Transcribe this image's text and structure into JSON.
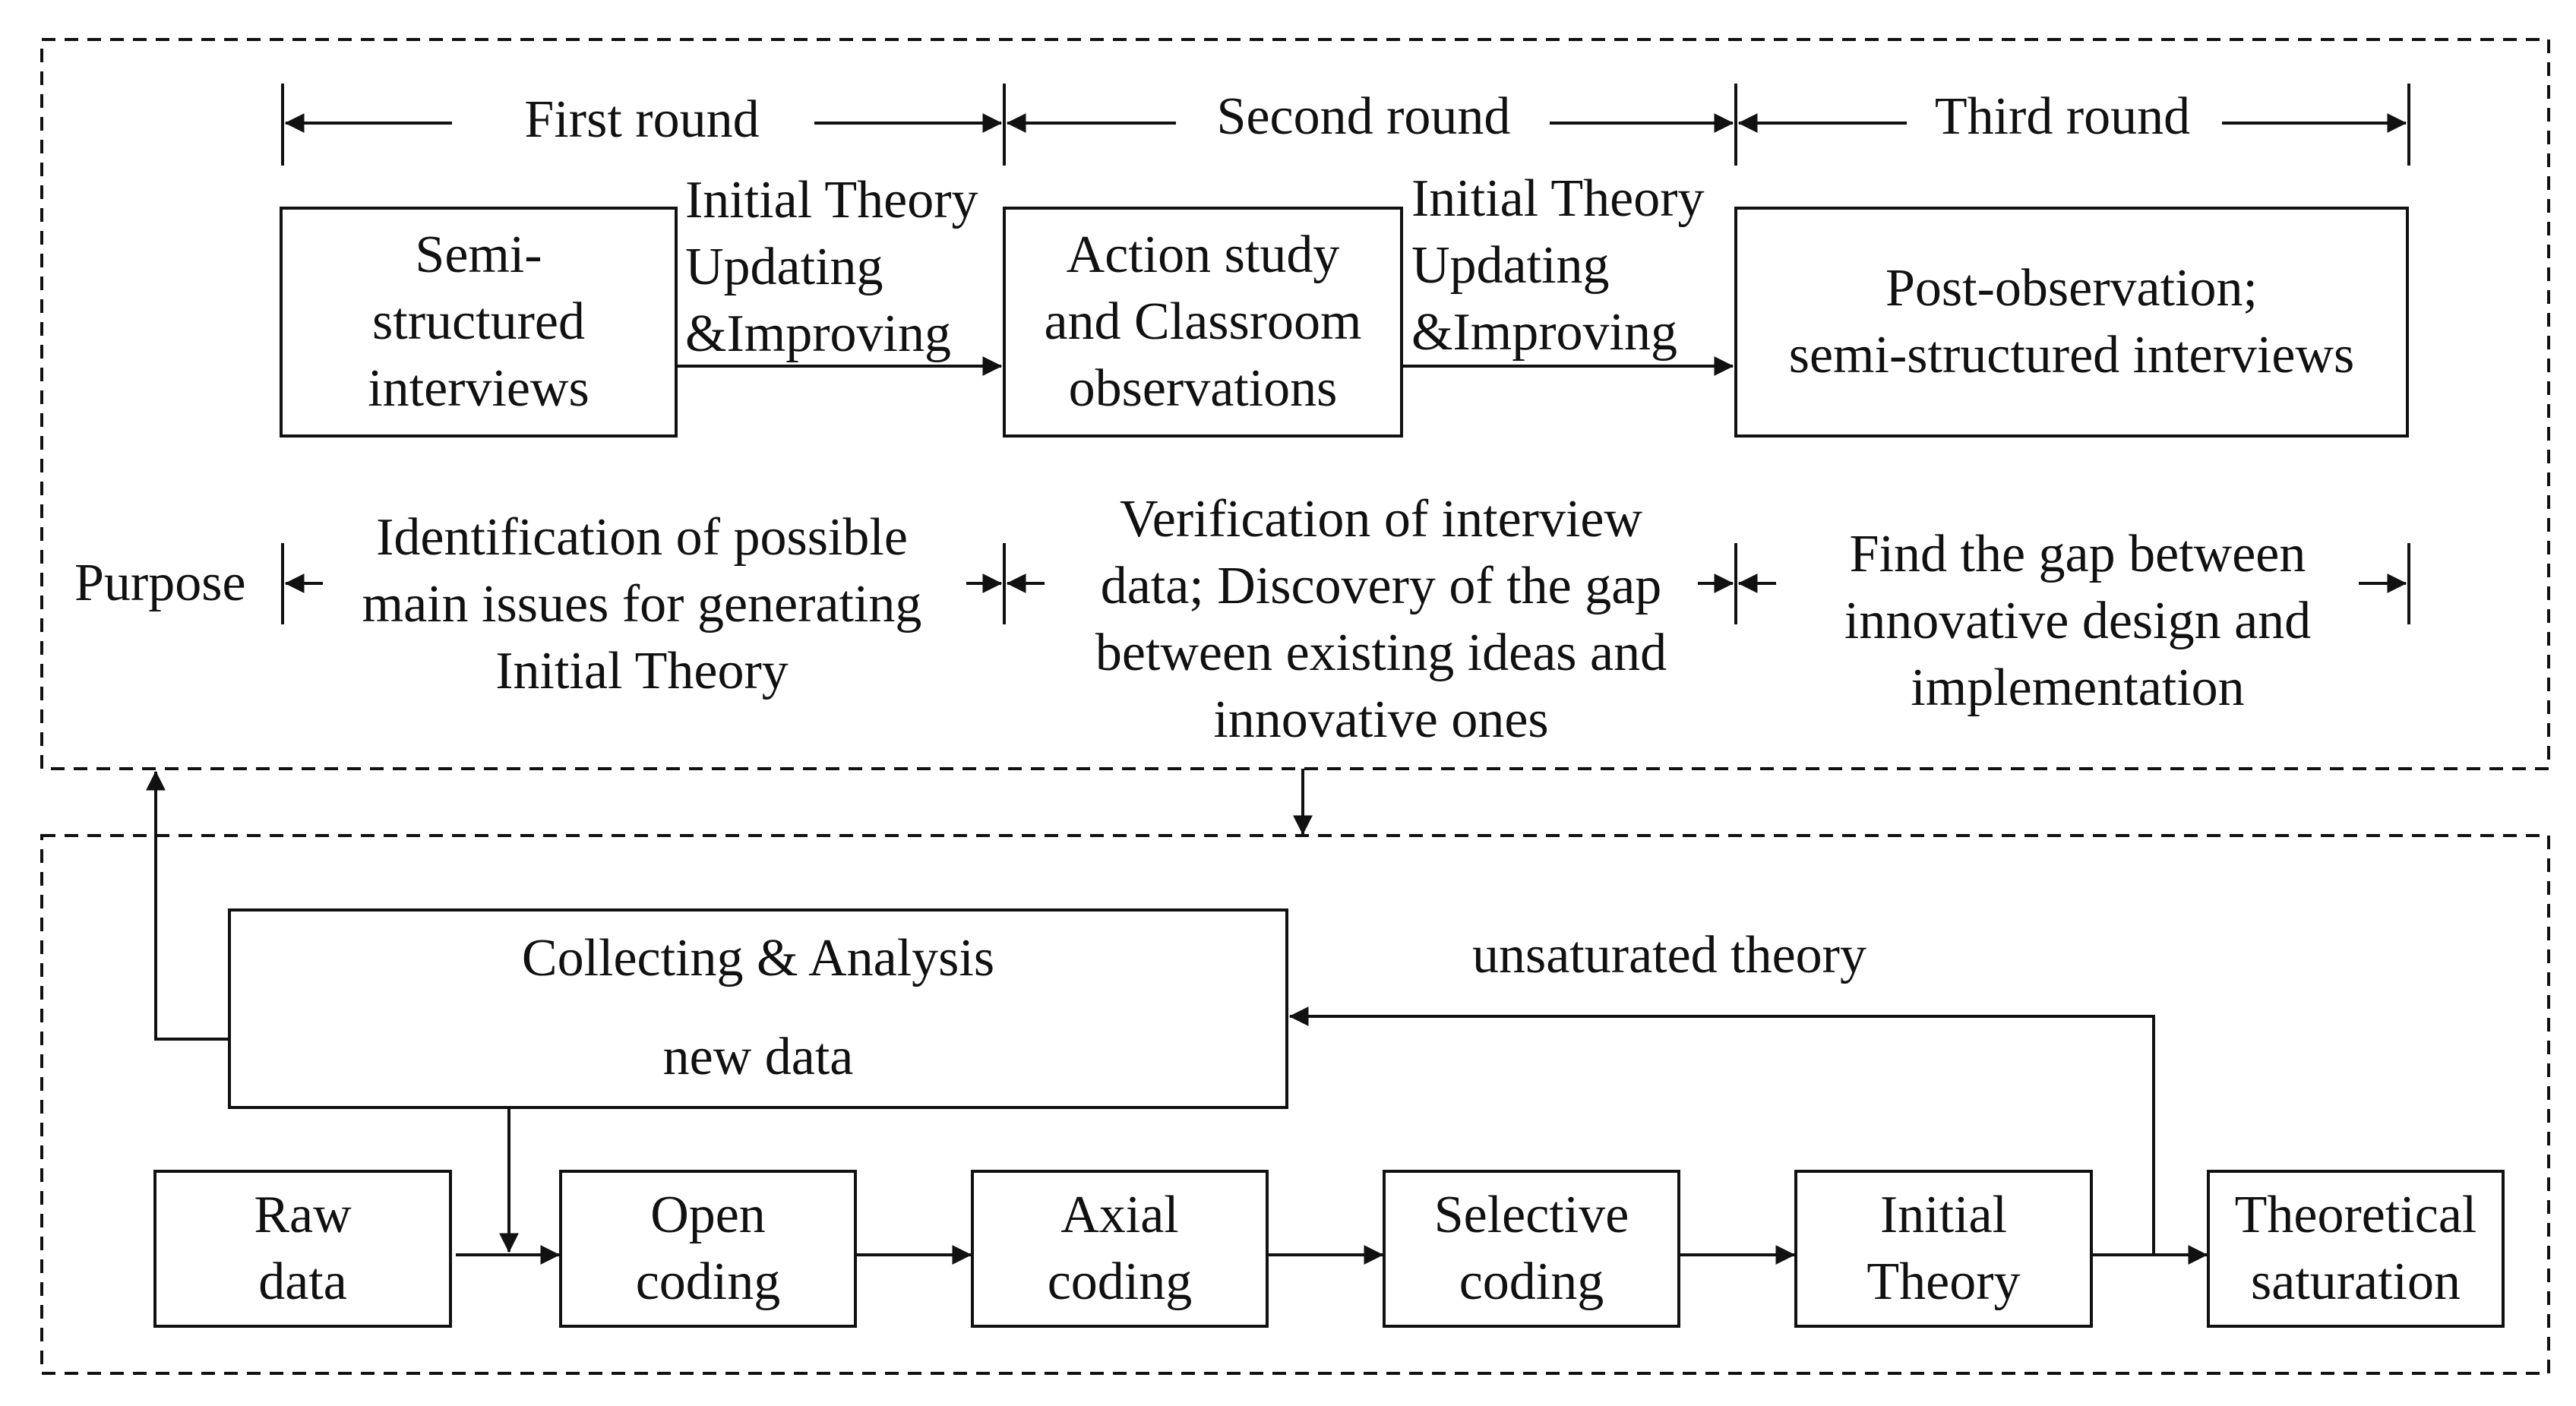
{
  "rounds": {
    "first": "First round",
    "second": "Second round",
    "third": "Third round"
  },
  "stage_boxes": {
    "semi_structured": [
      "Semi-",
      "structured",
      "interviews"
    ],
    "action_study": [
      "Action study",
      "and Classroom",
      "observations"
    ],
    "post_observation": [
      "Post-observation;",
      "semi-structured interviews"
    ]
  },
  "transitions": {
    "first_to_second": [
      "Initial Theory",
      "Updating",
      "&Improving"
    ],
    "second_to_third": [
      "Initial Theory",
      "Updating",
      "&Improving"
    ]
  },
  "purpose": {
    "label": "Purpose",
    "first": [
      "Identification of possible",
      "main issues for generating",
      "Initial Theory"
    ],
    "second": [
      "Verification of interview",
      "data; Discovery of the gap",
      "between existing ideas and",
      "innovative ones"
    ],
    "third": [
      "Find the gap between",
      "innovative design and",
      "implementation"
    ]
  },
  "collecting": {
    "title": "Collecting & Analysis",
    "subtitle": "new data"
  },
  "feedback_label": "unsaturated theory",
  "coding_steps": {
    "raw": [
      "Raw",
      "data"
    ],
    "open": [
      "Open",
      "coding"
    ],
    "axial": [
      "Axial",
      "coding"
    ],
    "selective": [
      "Selective",
      "coding"
    ],
    "initial": [
      "Initial",
      "Theory"
    ],
    "saturation": [
      "Theoretical",
      "saturation"
    ]
  }
}
